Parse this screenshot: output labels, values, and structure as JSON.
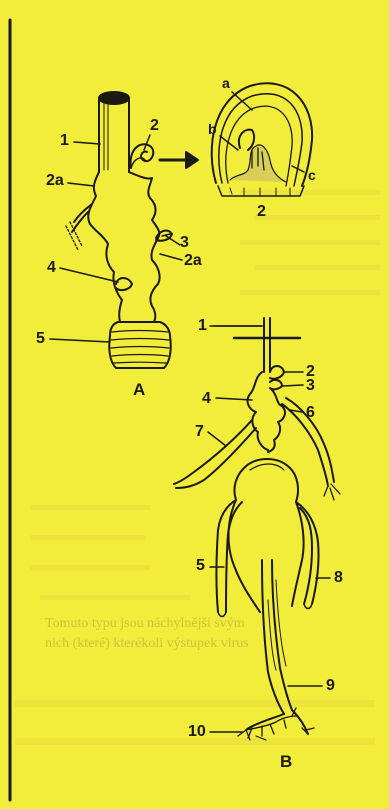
{
  "colors": {
    "background": "#f2ec3a",
    "ink": "#1a1a12",
    "shadow_text": "#c9c03a"
  },
  "background_text": {
    "line1": "Tomuto typu jsou náchylnější svým",
    "line2": "nich (které) kterékoli výstupek virus"
  },
  "figure_a": {
    "letter": "A",
    "labels": {
      "l1": "1",
      "l2": "2",
      "l2a_left": "2a",
      "l3": "3",
      "l2a_right": "2a",
      "l4": "4",
      "l5": "5"
    }
  },
  "inset": {
    "labels": {
      "a": "a",
      "b": "b",
      "c": "c",
      "num": "2"
    }
  },
  "figure_b": {
    "letter": "B",
    "labels": {
      "l1": "1",
      "l2": "2",
      "l3": "3",
      "l4": "4",
      "l5": "5",
      "l6": "6",
      "l7": "7",
      "l8": "8",
      "l9": "9",
      "l10": "10"
    }
  }
}
